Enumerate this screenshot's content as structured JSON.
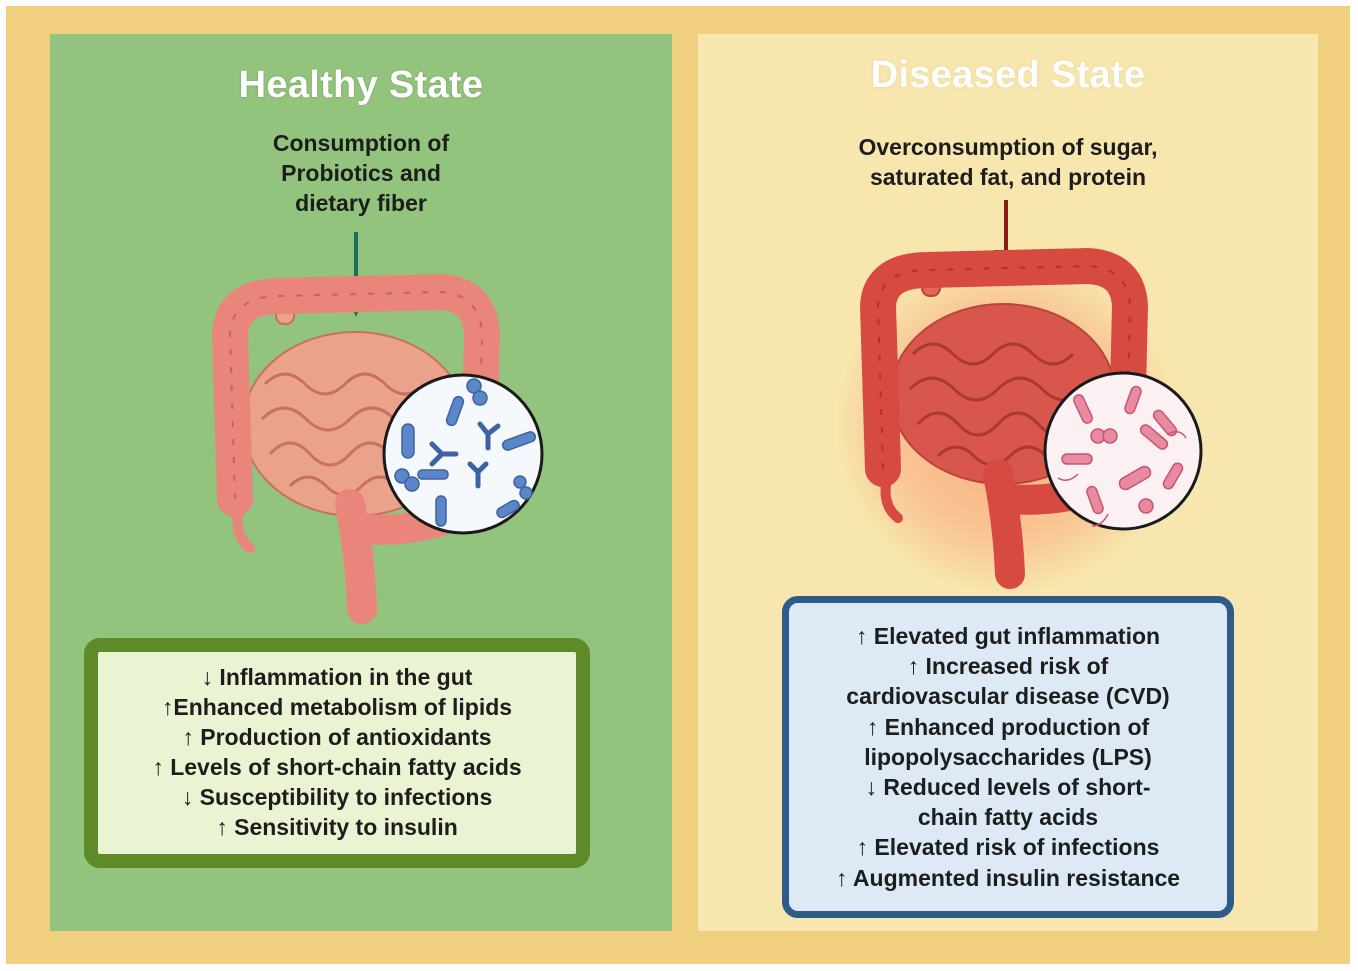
{
  "colors": {
    "frame": "#f0cf7e",
    "healthy_panel": "#93c47d",
    "diseased_panel": "#f7e6ad",
    "healthy_box_border": "#5e8a2a",
    "diseased_box_border": "#2e5b8a"
  },
  "healthy": {
    "title": "Healthy State",
    "cause_lines": [
      "Consumption of",
      "Probiotics and",
      "dietary fiber"
    ],
    "effects": [
      "↓ Inflammation in the gut",
      "↑Enhanced metabolism of lipids",
      "↑ Production of antioxidants",
      "↑ Levels of short-chain fatty acids",
      "↓ Susceptibility to infections",
      "↑ Sensitivity to insulin"
    ]
  },
  "diseased": {
    "title": "Diseased State",
    "cause_lines": [
      "Overconsumption of sugar,",
      "saturated fat, and protein"
    ],
    "effects": [
      "↑ Elevated gut inflammation",
      "↑ Increased risk of",
      "cardiovascular disease (CVD)",
      "↑ Enhanced production of",
      "lipopolysaccharides (LPS)",
      "↓ Reduced levels of short-",
      "chain fatty acids",
      "↑ Elevated risk of infections",
      "↑ Augmented insulin resistance"
    ]
  },
  "icons": {
    "healthy_gut": "healthy-intestine-icon",
    "diseased_gut": "inflamed-intestine-icon",
    "healthy_microbes": "beneficial-bacteria-magnifier-icon",
    "diseased_microbes": "harmful-bacteria-magnifier-icon"
  }
}
